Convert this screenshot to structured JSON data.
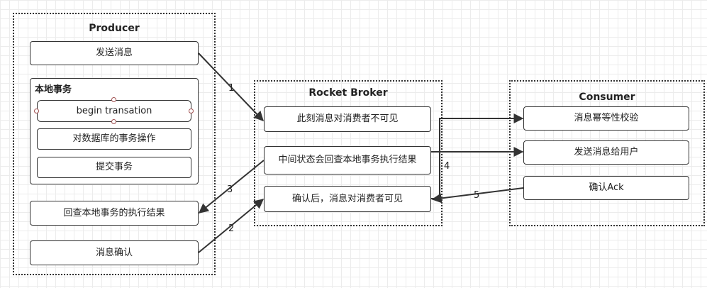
{
  "producer": {
    "title": "Producer",
    "send_message": "发送消息",
    "local_tx": {
      "title": "本地事务",
      "begin": "begin transation",
      "db_ops": "对数据库的事务操作",
      "commit": "提交事务"
    },
    "check_result": "回查本地事务的执行结果",
    "confirm": "消息确认"
  },
  "broker": {
    "title": "Rocket Broker",
    "invisible": "此刻消息对消费者不可见",
    "intermediate": "中间状态会回查本地事务执行结果",
    "visible": "确认后，消息对消费者可见"
  },
  "consumer": {
    "title": "Consumer",
    "idempotent": "消息幂等性校验",
    "send_user": "发送消息给用户",
    "ack": "确认Ack"
  },
  "edges": {
    "e1": "1",
    "e2": "2",
    "e3": "3",
    "e4": "4",
    "e5": "5"
  }
}
